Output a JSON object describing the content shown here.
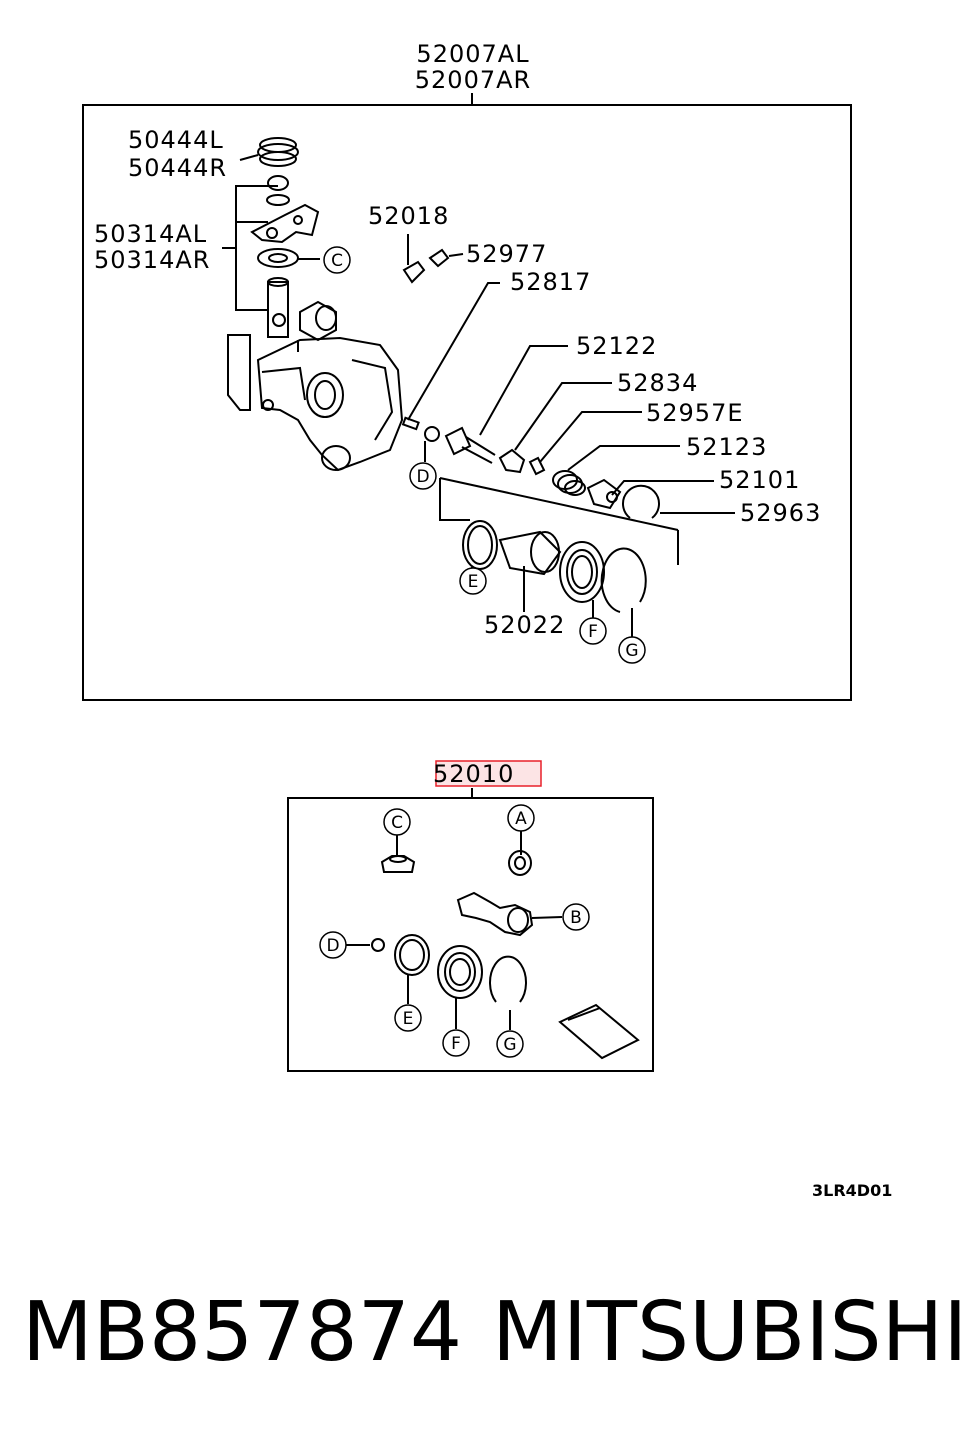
{
  "upper": {
    "assembly_labels": [
      "52007AL",
      "52007AR"
    ],
    "labels": {
      "p50444": [
        "50444L",
        "50444R"
      ],
      "p50314": [
        "50314AL",
        "50314AR"
      ],
      "p52018": "52018",
      "p52977": "52977",
      "p52817": "52817",
      "p52122": "52122",
      "p52834": "52834",
      "p52957e": "52957E",
      "p52123": "52123",
      "p52101": "52101",
      "p52963": "52963",
      "p52022": "52022"
    },
    "callouts": {
      "c": "C",
      "d": "D",
      "e": "E",
      "f": "F",
      "g": "G"
    }
  },
  "lower": {
    "kit_label": "52010",
    "callouts": {
      "c": "C",
      "a": "A",
      "b": "B",
      "d": "D",
      "e": "E",
      "f": "F",
      "g": "G"
    }
  },
  "highlight_color": "#e8202a",
  "figure_code": "3LR4D01",
  "footer": {
    "part_number": "MB857874",
    "brand": "MITSUBISHI"
  }
}
